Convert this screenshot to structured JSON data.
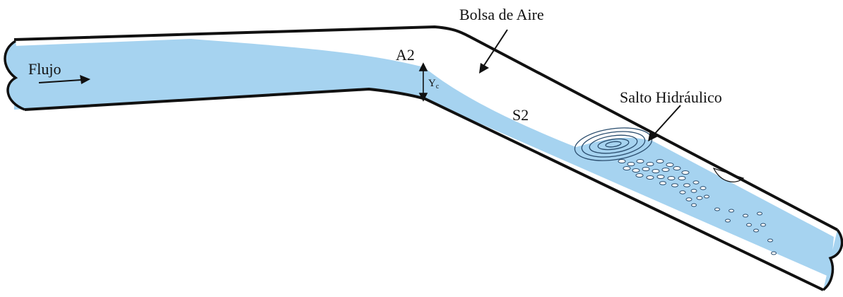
{
  "labels": {
    "flow": "Flujo",
    "air_pocket": "Bolsa de Aire",
    "hydraulic_jump": "Salto Hidráulico",
    "a2": "A2",
    "s2": "S2",
    "critical_depth_main": "Y",
    "critical_depth_sub": "c"
  },
  "colors": {
    "water": "#a6d3f0",
    "pipe_outline": "#111111",
    "air": "#ffffff",
    "bubble_stroke": "#2a4d6e"
  }
}
